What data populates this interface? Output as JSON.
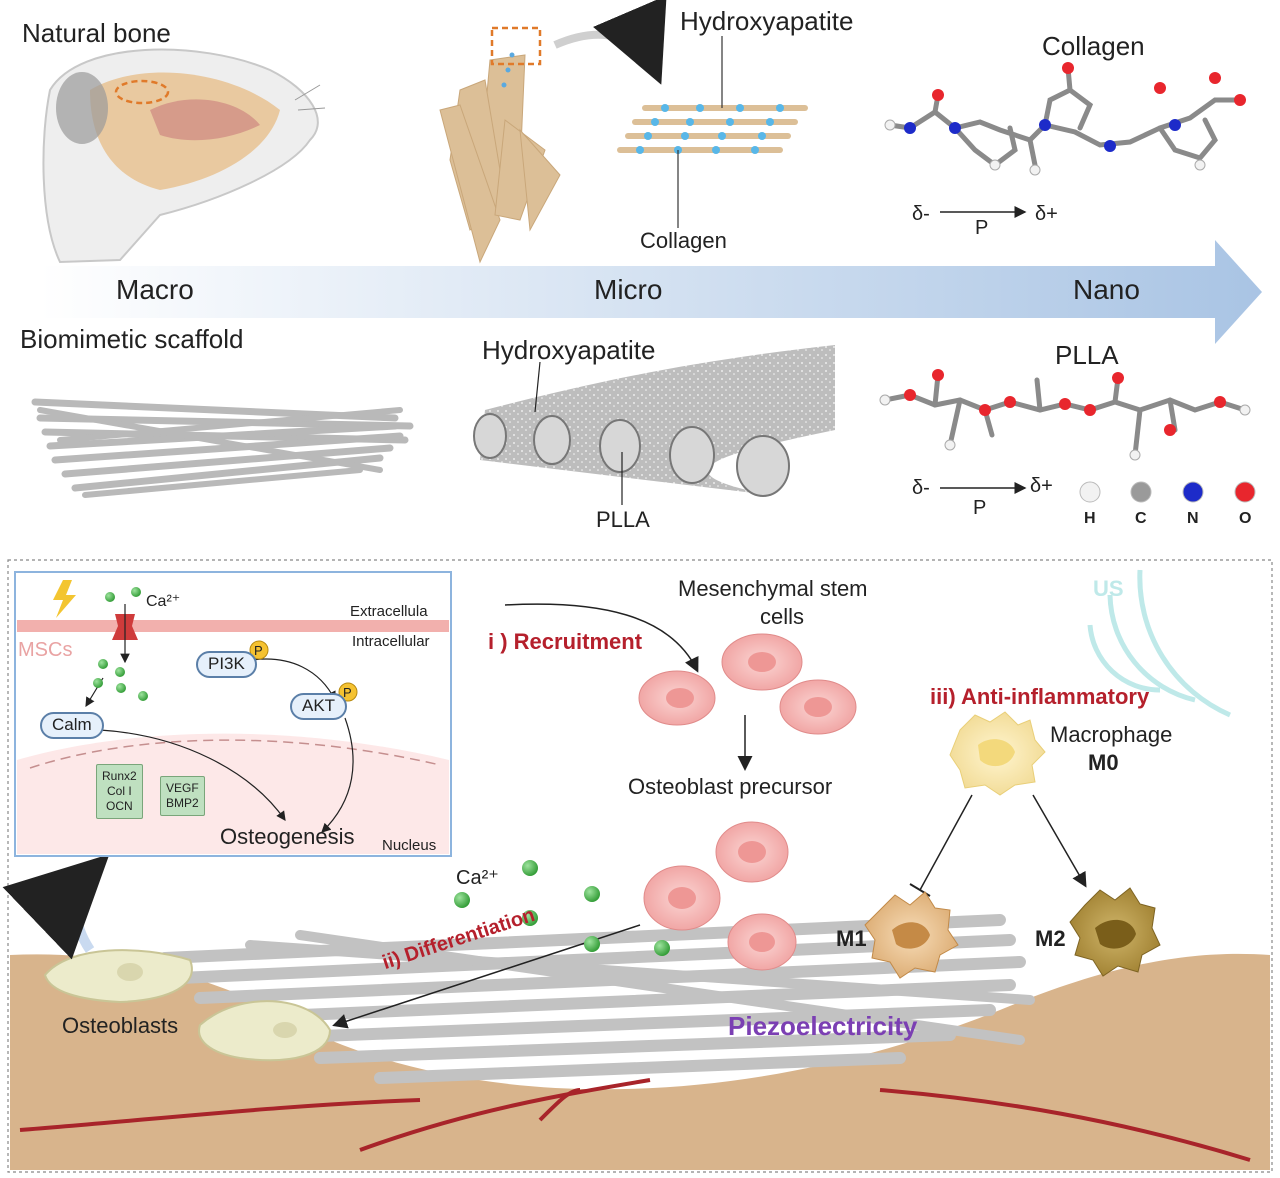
{
  "top": {
    "natural_bone": "Natural bone",
    "hydroxyapatite": "Hydroxyapatite",
    "collagen_micro": "Collagen",
    "collagen_nano": "Collagen",
    "dipole_delta_minus": "δ-",
    "dipole_p": "P",
    "dipole_delta_plus": "δ+"
  },
  "scale_arrow": {
    "macro": "Macro",
    "micro": "Micro",
    "nano": "Nano"
  },
  "scaffold": {
    "biomimetic_scaffold": "Biomimetic scaffold",
    "hydroxyapatite": "Hydroxyapatite",
    "plla_micro": "PLLA",
    "plla_nano": "PLLA",
    "dipole_delta_minus": "δ-",
    "dipole_p": "P",
    "dipole_delta_plus": "δ+"
  },
  "atom_legend": [
    {
      "label": "H",
      "color": "#f2f2f2"
    },
    {
      "label": "C",
      "color": "#9a9a9a"
    },
    {
      "label": "N",
      "color": "#1d2bc9"
    },
    {
      "label": "O",
      "color": "#e8262d"
    }
  ],
  "inset": {
    "ca": "Ca²⁺",
    "extracellular": "Extracellula",
    "intracellular": "Intracellular",
    "mscs": "MSCs",
    "pi3k": "PI3K",
    "akt": "AKT",
    "p": "P",
    "calm": "Calm",
    "genes1": [
      "Runx2",
      "Col I",
      "OCN"
    ],
    "genes2": [
      "VEGF",
      "BMP2"
    ],
    "osteogenesis": "Osteogenesis",
    "nucleus": "Nucleus"
  },
  "process": {
    "recruitment": "i ) Recruitment",
    "msc": [
      "Mesenchymal stem",
      "cells"
    ],
    "osteoblast_precursor": "Osteoblast precursor",
    "anti_inflammatory": "iii) Anti-inflammatory",
    "macrophage": "Macrophage",
    "m0": "M0",
    "us": "US",
    "ca": "Ca²⁺",
    "differentiation": "ii) Differentiation",
    "m1": "M1",
    "m2": "M2",
    "osteoblasts": "Osteoblasts",
    "piezoelectricity": "Piezoelectricity"
  },
  "colors": {
    "bone": "#d8b48c",
    "arrow_start": "#ffffff",
    "arrow_end": "#a9c4e4",
    "msc_cell": "#f2a8a6",
    "ca_ion": "#4cb24c",
    "label_red": "#b5202c",
    "piezo_purple": "#7b3fb3",
    "inset_border": "#8db4de"
  }
}
